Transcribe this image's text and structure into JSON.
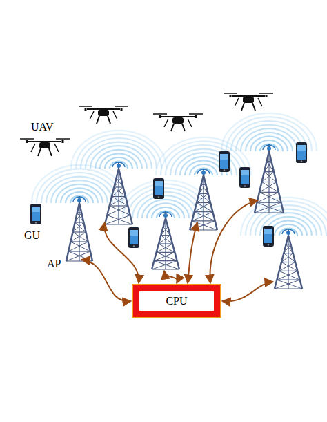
{
  "diagram": {
    "nodes": [
      {
        "text": [
          "CPU"
        ]
      }
    ],
    "labels": [
      "UAV",
      "GU",
      "AP"
    ]
  }
}
